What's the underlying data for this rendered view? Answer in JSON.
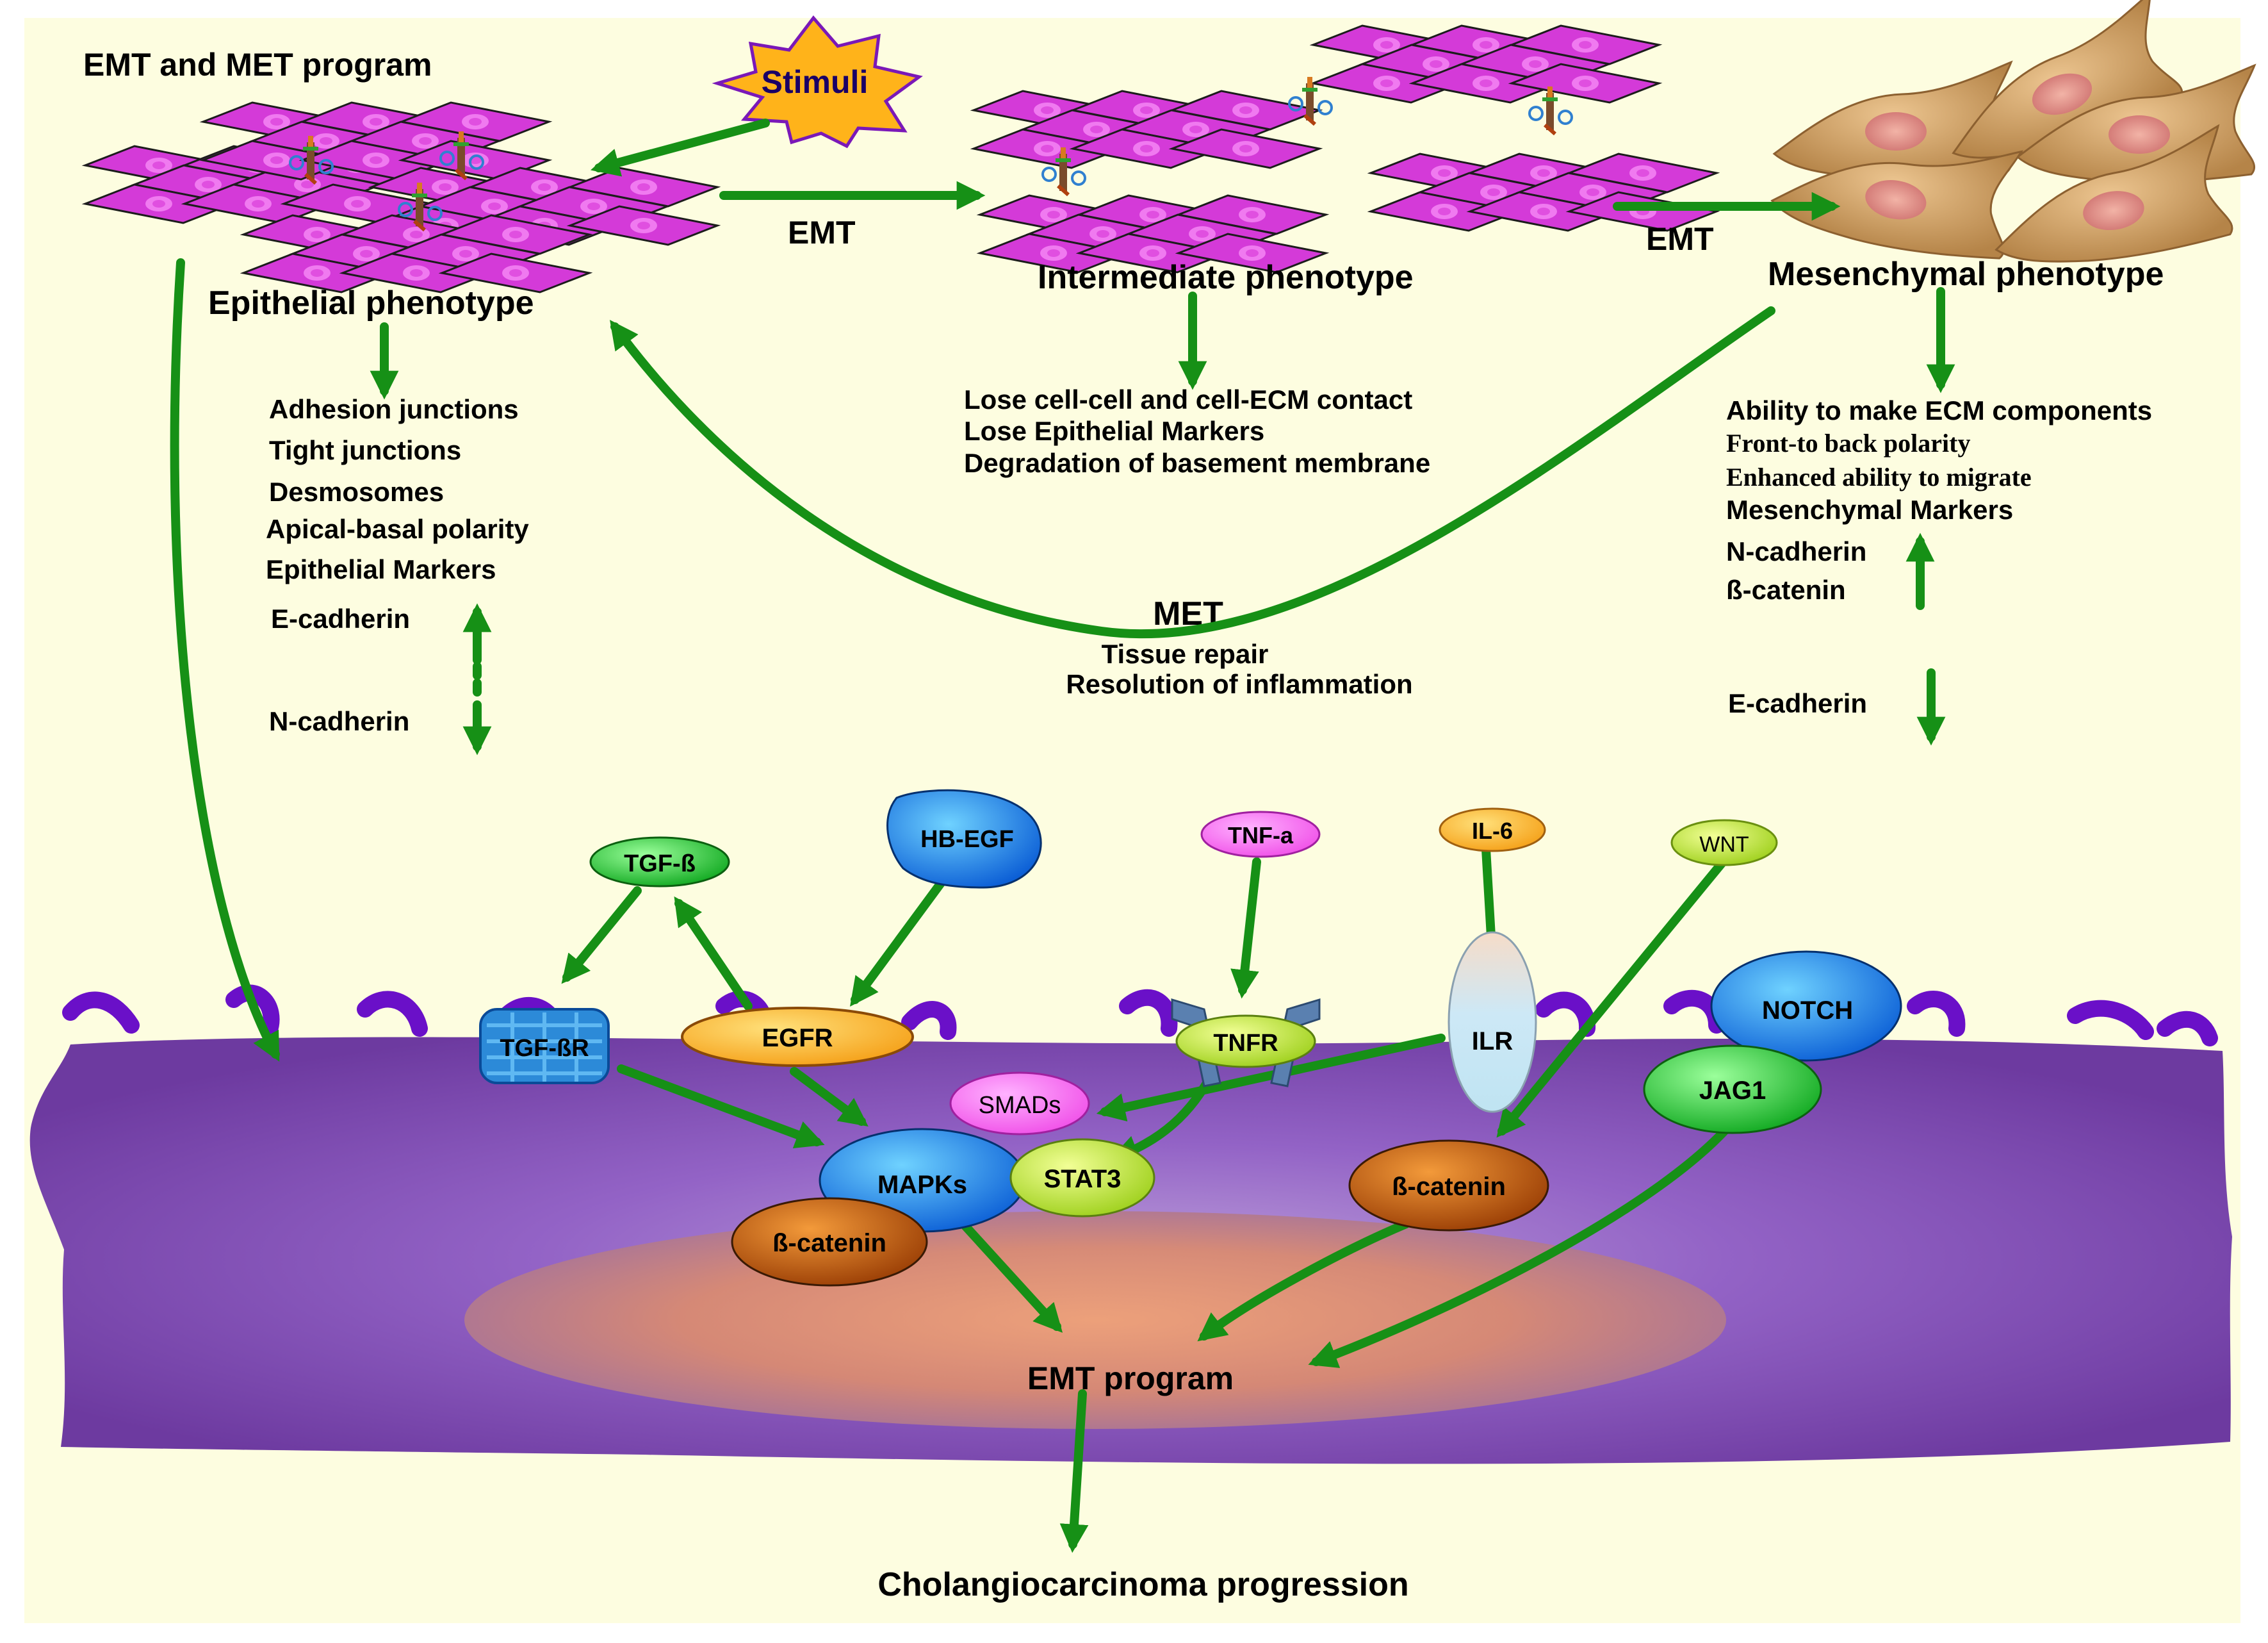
{
  "program_title": "EMT and MET program",
  "stimuli": "Stimuli",
  "phenotypes": {
    "epithelial": "Epithelial phenotype",
    "intermediate": "Intermediate phenotype",
    "mesenchymal": "Mesenchymal phenotype"
  },
  "emt_labels": [
    "EMT",
    "EMT"
  ],
  "epithelial_features": [
    "Adhesion junctions",
    "Tight junctions",
    "Desmosomes",
    "Apical-basal polarity",
    "Epithelial Markers"
  ],
  "epithelial_markers": {
    "e_cadherin": "E-cadherin",
    "n_cadherin": "N-cadherin"
  },
  "intermediate_features": [
    "Lose cell-cell and cell-ECM contact",
    "Lose Epithelial Markers",
    "Degradation of basement membrane"
  ],
  "mesenchymal_features": {
    "ability": "Ability to make ECM components",
    "front_back": "Front-to back polarity",
    "migrate": "Enhanced ability to migrate",
    "markers": "Mesenchymal Markers",
    "n_cadherin": "N-cadherin",
    "b_catenin": "ß-catenin",
    "e_cadherin": "E-cadherin"
  },
  "met": {
    "title": "MET",
    "repair": "Tissue repair",
    "resolution": "Resolution of inflammation"
  },
  "ligands": {
    "tgfb": "TGF-ß",
    "hbegf": "HB-EGF",
    "tnfa": "TNF-a",
    "il6": "IL-6",
    "wnt": "WNT"
  },
  "receptors": {
    "tgfbr": "TGF-ßR",
    "egfr": "EGFR",
    "tnfr": "TNFR",
    "ilr": "ILR",
    "notch": "NOTCH",
    "jag1": "JAG1"
  },
  "intracellular": {
    "smads": "SMADs",
    "mapks": "MAPKs",
    "stat3": "STAT3",
    "bcatenin_left": "ß-catenin",
    "bcatenin_right": "ß-catenin"
  },
  "emt_program": "EMT program",
  "progression": "Cholangiocarcinoma progression",
  "colors": {
    "background": "#fdfde0",
    "arrow": "#169016",
    "cell_purple": "#8a56b8",
    "epithelial_cell": "#d43ad8",
    "mesenchymal_cell": "#b88448"
  }
}
